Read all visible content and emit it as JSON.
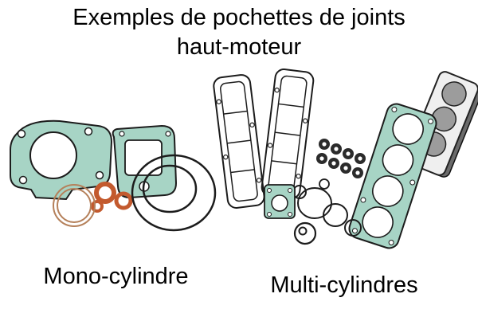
{
  "title": {
    "line1": "Exemples de pochettes de joints",
    "line2": "haut-moteur"
  },
  "captions": {
    "mono": "Mono-cylindre",
    "multi": "Multi-cylindres"
  },
  "colors": {
    "gasket_teal": "#a7d4c5",
    "oring_orange": "#c35a2e",
    "ring_brown": "#b5805a",
    "line_black": "#1c1c1c"
  }
}
